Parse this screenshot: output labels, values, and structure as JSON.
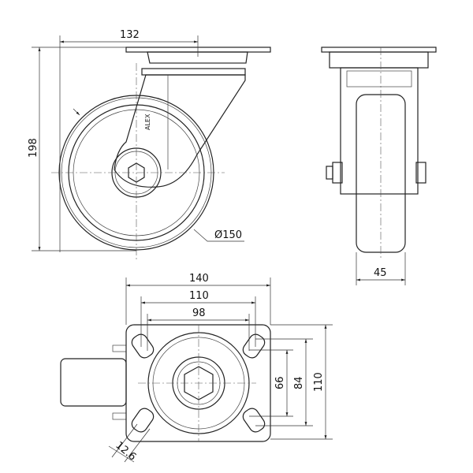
{
  "drawing": {
    "title": "Swivel castor technical drawing",
    "side_view": {
      "width_label": "132",
      "height_label": "198",
      "diameter_label": "Ø150",
      "logo_text": "ALEX"
    },
    "front_view": {
      "wheel_width_label": "45"
    },
    "top_view": {
      "plate_width_label": "140",
      "hole_spacing_outer_x_label": "110",
      "hole_spacing_inner_x_label": "98",
      "hole_spacing_inner_y_label": "66",
      "hole_spacing_outer_y_label": "84",
      "plate_length_label": "110",
      "slot_width_label": "12.6"
    }
  }
}
